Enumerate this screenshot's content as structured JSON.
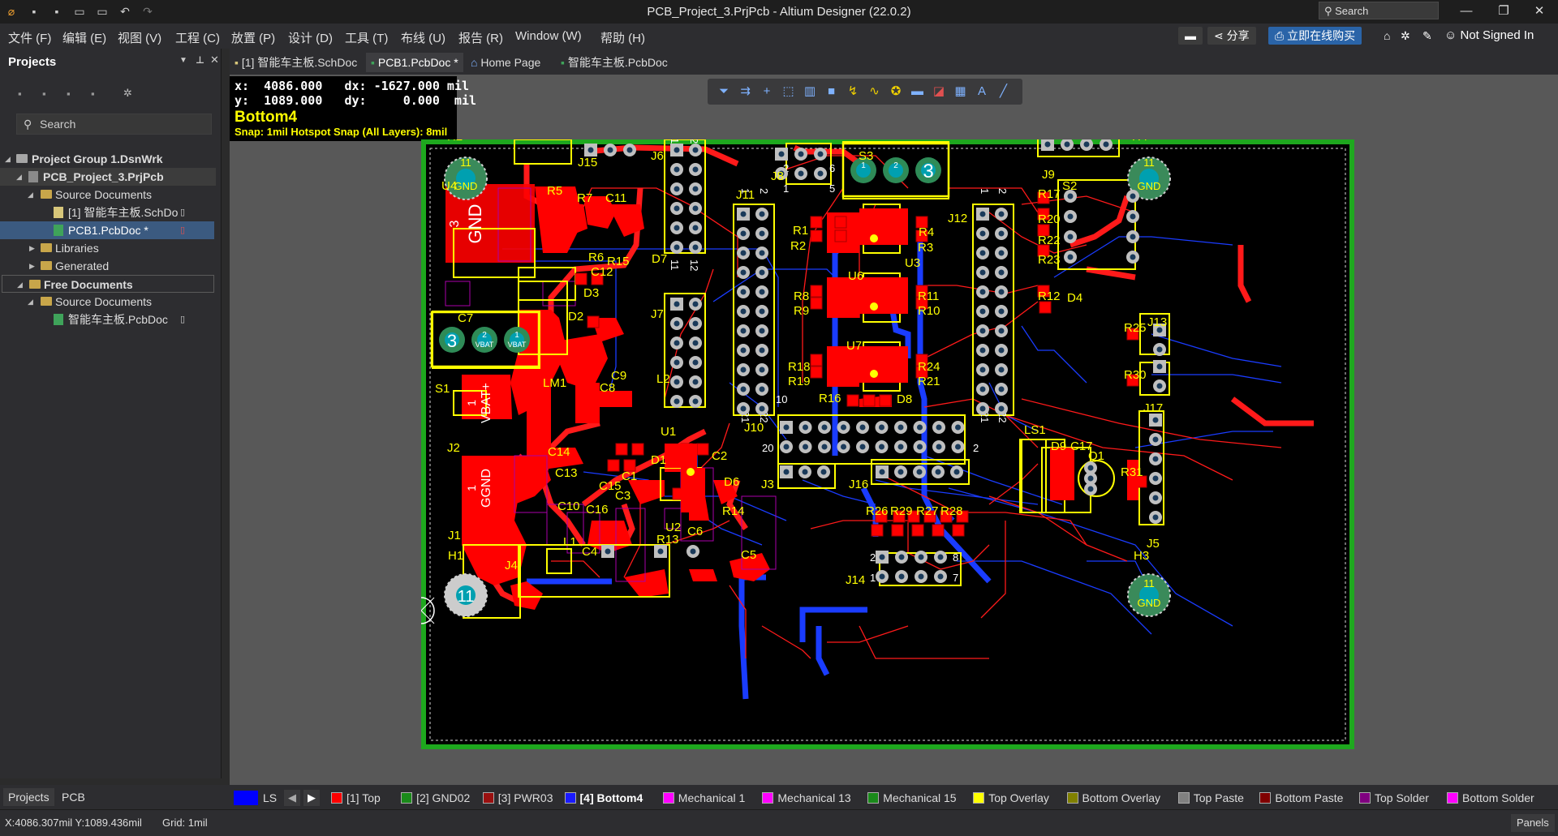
{
  "window": {
    "title": "PCB_Project_3.PrjPcb - Altium Designer (22.0.2)",
    "search_placeholder": "Search",
    "min_glyph": "—",
    "max_glyph": "❐",
    "close_glyph": "✕"
  },
  "menubar": {
    "items": [
      "文件 (F)",
      "编辑 (E)",
      "视图 (V)",
      "工程 (C)",
      "放置 (P)",
      "设计 (D)",
      "工具 (T)",
      "布线 (U)",
      "报告 (R)",
      "Window (W)",
      "帮助 (H)"
    ],
    "share": "分享",
    "buy": "立即在线购买",
    "account": "Not Signed In"
  },
  "projects_panel": {
    "title": "Projects",
    "search_placeholder": "Search",
    "tree": [
      {
        "label": "Project Group 1.DsnWrk",
        "bold": true
      },
      {
        "label": "PCB_Project_3.PrjPcb",
        "bold": true
      },
      {
        "label": "Source Documents"
      },
      {
        "label": "[1] 智能车主板.SchDo"
      },
      {
        "label": "PCB1.PcbDoc *"
      },
      {
        "label": "Libraries"
      },
      {
        "label": "Generated"
      },
      {
        "label": "Free Documents",
        "bold": true
      },
      {
        "label": "Source Documents"
      },
      {
        "label": "智能车主板.PcbDoc"
      }
    ]
  },
  "doc_tabs": [
    "[1] 智能车主板.SchDoc",
    "PCB1.PcbDoc *",
    "Home Page",
    "智能车主板.PcbDoc"
  ],
  "coord_readout": {
    "line1": "x:  4086.000   dx: -1627.000 mil",
    "line2": "y:  1089.000   dy:     0.000  mil",
    "layer": "Bottom4",
    "snap": "Snap: 1mil Hotspot Snap (All Layers): 8mil"
  },
  "pcb_toolbar_icons": [
    "filter-icon",
    "route-icon",
    "cross-icon",
    "select-rect-icon",
    "chart-icon",
    "component-icon",
    "pad-icon",
    "arc-icon",
    "bulb-icon",
    "polygon-icon",
    "dimension-icon",
    "region-icon",
    "text-icon",
    "line-icon"
  ],
  "board": {
    "colors": {
      "bg": "#000000",
      "outline": "#1ea81e",
      "top": "#ff0000",
      "bottom": "#1a3cff",
      "overlay": "#ffff00",
      "mech": "#aa00aa",
      "pad": "#c0c0c0"
    },
    "designators": [
      "H1",
      "H2",
      "H3",
      "H4",
      "U4",
      "R5",
      "R7",
      "C11",
      "R6",
      "R15",
      "D7",
      "C12",
      "D3",
      "D2",
      "C7",
      "S1",
      "LM1",
      "C9",
      "C8",
      "J2",
      "C14",
      "C13",
      "C10",
      "C15",
      "C16",
      "C4",
      "L1",
      "J1",
      "J4",
      "U1",
      "D1",
      "C1",
      "C2",
      "C3",
      "D6",
      "U2",
      "R13",
      "C6",
      "R14",
      "C5",
      "J15",
      "J6",
      "J7",
      "L2",
      "J8",
      "J11",
      "J3",
      "S3",
      "J12",
      "R1",
      "R2",
      "R4",
      "R3",
      "U3",
      "U6",
      "R8",
      "R9",
      "R11",
      "R10",
      "U7",
      "R18",
      "R19",
      "R24",
      "R21",
      "R16",
      "D8",
      "J16",
      "R26",
      "R29",
      "R27",
      "R28",
      "J14",
      "J10",
      "J9",
      "S2",
      "R17",
      "R20",
      "R22",
      "R23",
      "R12",
      "D4",
      "R25",
      "J13",
      "R30",
      "J17",
      "LS1",
      "D9",
      "C17",
      "Q1",
      "R31",
      "J5"
    ],
    "pad_labels": {
      "gnd": "GND",
      "vbat_plus": "VBAT+",
      "ggnd": "GGND",
      "vbat": "VBAT",
      "num_3": "3",
      "num_2": "2",
      "num_1": "1",
      "num_11": "11"
    },
    "header_numbers": {
      "n1": "1",
      "n2": "2",
      "n5": "5",
      "n6": "6",
      "n7": "7",
      "n8": "8",
      "n10": "10",
      "n11": "11",
      "n12": "12",
      "n20": "20",
      "n21": "21",
      "n22": "22"
    }
  },
  "layer_tabs": [
    {
      "label": "LS",
      "color": "#0000ff"
    },
    {
      "label": "[1] Top",
      "color": "#ff0000"
    },
    {
      "label": "[2] GND02",
      "color": "#1a8a1a"
    },
    {
      "label": "[3] PWR03",
      "color": "#9a1010"
    },
    {
      "label": "[4] Bottom4",
      "color": "#1a1aff",
      "active": true
    },
    {
      "label": "Mechanical 1",
      "color": "#ff00ff"
    },
    {
      "label": "Mechanical 13",
      "color": "#ff00ff"
    },
    {
      "label": "Mechanical 15",
      "color": "#1a8a1a"
    },
    {
      "label": "Top Overlay",
      "color": "#ffff00"
    },
    {
      "label": "Bottom Overlay",
      "color": "#808000"
    },
    {
      "label": "Top Paste",
      "color": "#808080"
    },
    {
      "label": "Bottom Paste",
      "color": "#800000"
    },
    {
      "label": "Top Solder",
      "color": "#800080"
    },
    {
      "label": "Bottom Solder",
      "color": "#ff00ff"
    }
  ],
  "status": {
    "panel_tabs": [
      "Projects",
      "PCB"
    ],
    "coords": "X:4086.307mil Y:1089.436mil",
    "grid": "Grid: 1mil",
    "panels_button": "Panels"
  }
}
